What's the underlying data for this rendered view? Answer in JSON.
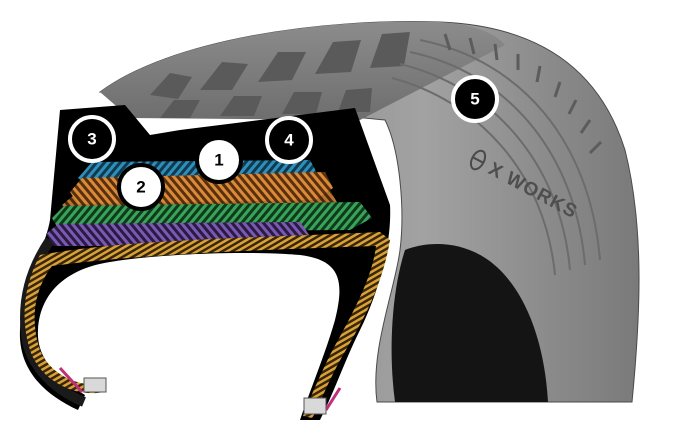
{
  "colors": {
    "rubber_dark": "#5f5f5f",
    "rubber_mid": "#8a8a8a",
    "rubber_light": "#a9a9a9",
    "cut_face": "#000000",
    "layer_blue": "#2f8fb8",
    "layer_orange": "#d98a3a",
    "layer_green": "#3aa35a",
    "layer_purple": "#7a5ab0",
    "layer_gold": "#d8a23a",
    "bead_pink": "#c0307a",
    "callout_dark": "#000000",
    "callout_light": "#ffffff"
  },
  "brand": {
    "sidewall_text": "X WORKS",
    "emblem_icon": "bibendum-emblem-icon"
  },
  "callouts": [
    {
      "label": "1",
      "style": "light"
    },
    {
      "label": "2",
      "style": "light"
    },
    {
      "label": "3",
      "style": "dark"
    },
    {
      "label": "4",
      "style": "dark"
    },
    {
      "label": "5",
      "style": "dark"
    }
  ]
}
